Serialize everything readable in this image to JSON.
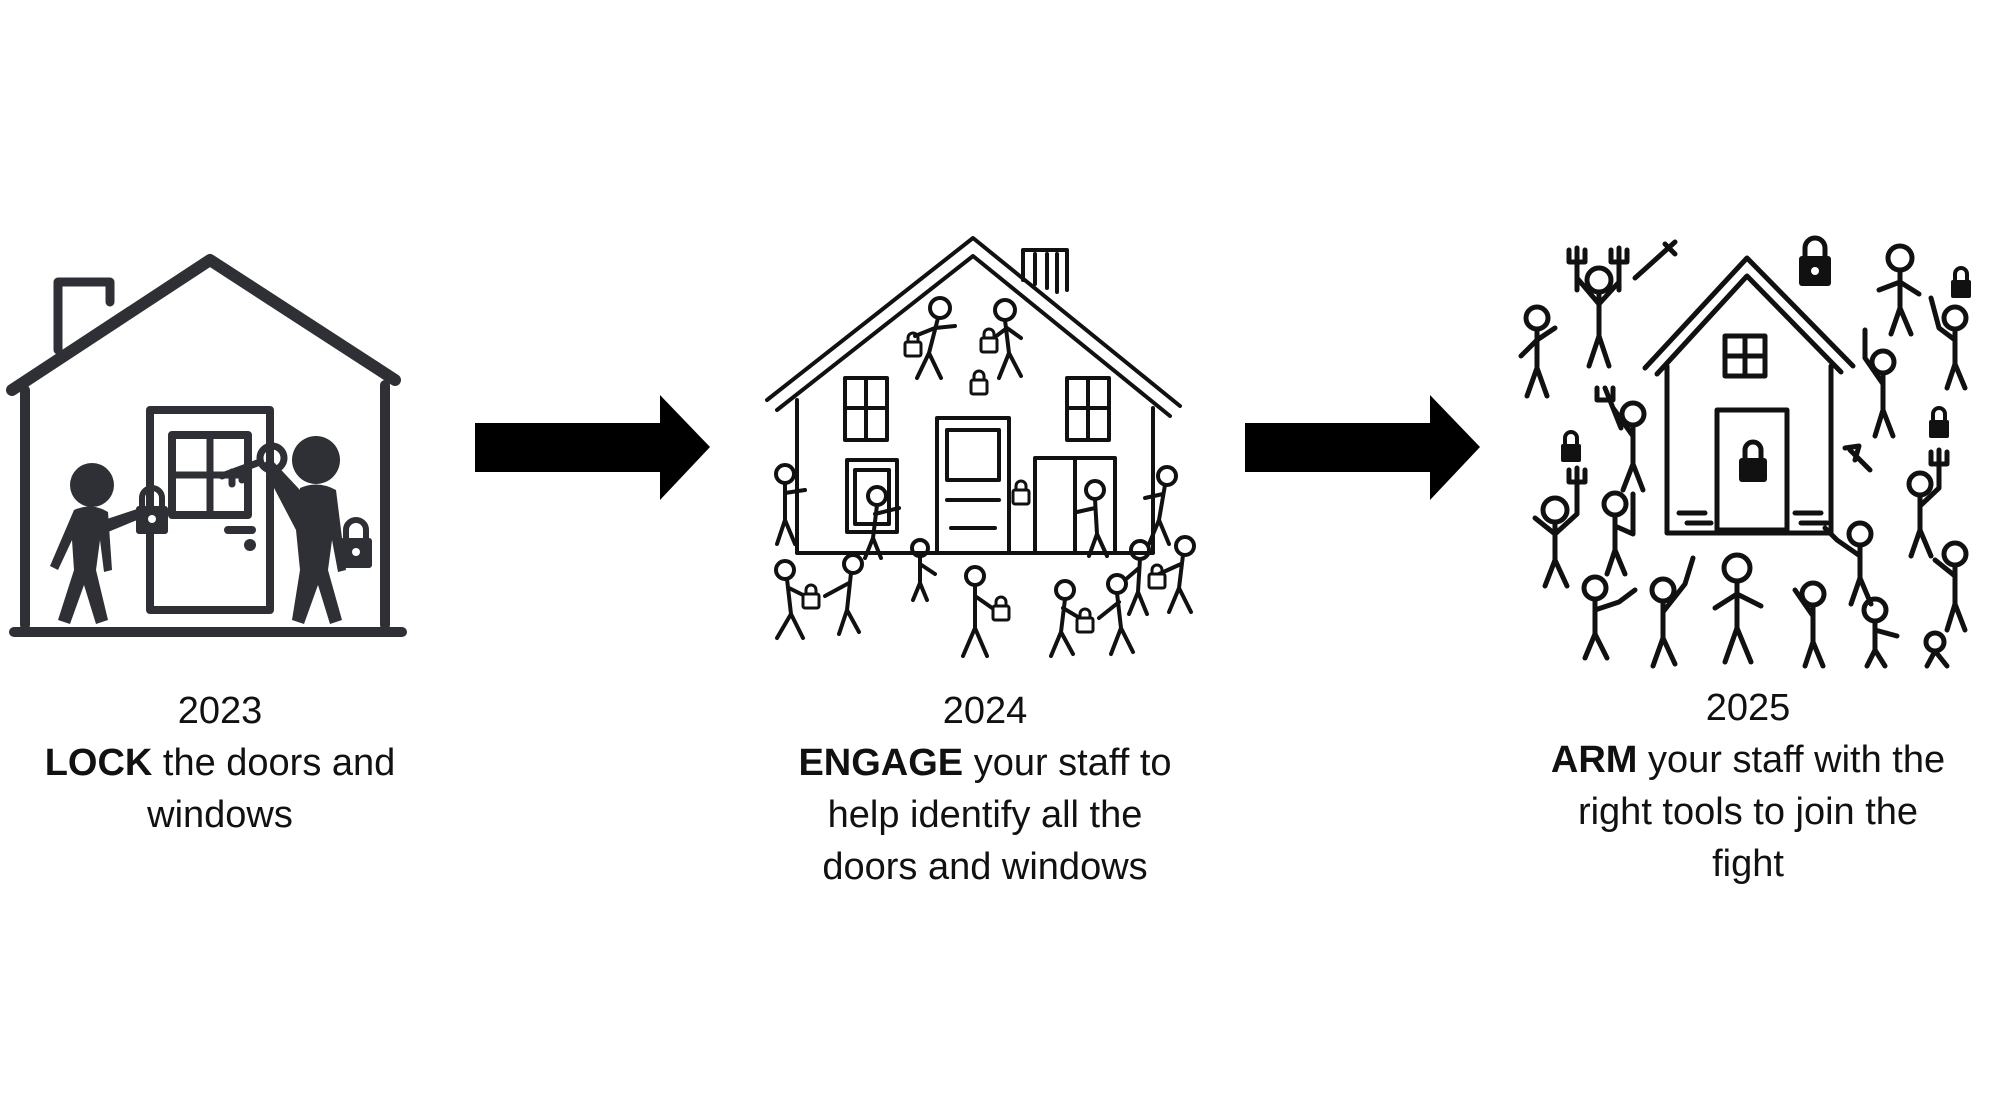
{
  "steps": [
    {
      "year": "2023",
      "keyword": "LOCK",
      "text": " the doors and windows",
      "illustration": "house-with-two-people-locking-door-icon"
    },
    {
      "year": "2024",
      "keyword": "ENGAGE",
      "text": " your staff to help identify all the doors and windows",
      "illustration": "house-surrounded-by-stick-figures-with-padlocks-icon"
    },
    {
      "year": "2025",
      "keyword": "ARM",
      "text": " your staff with the right tools to join the fight",
      "illustration": "house-surrounded-by-armed-stick-figures-icon"
    }
  ],
  "arrows": [
    "right-arrow-icon",
    "right-arrow-icon"
  ],
  "colors": {
    "ink": "#111111",
    "background": "#ffffff",
    "icon_fill": "#2e3035"
  }
}
